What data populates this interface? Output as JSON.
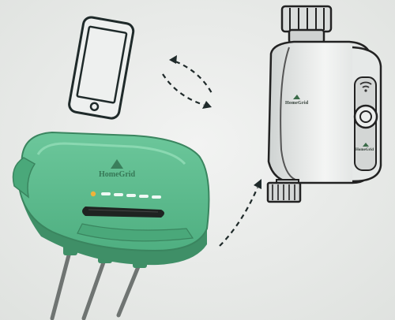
{
  "scene": {
    "background_color": "#e9ebe9",
    "sensor_color": "#5cb98d",
    "sensor_shadow_color": "#3f8f67",
    "line_color": "#1f2a2a",
    "leds": [
      "#f0b23a",
      "#ffffff",
      "#ffffff",
      "#ffffff",
      "#ffffff",
      "#ffffff"
    ]
  },
  "labels": {
    "sensor_brand": "HomeGrid",
    "valve_brand_top": "HomeGrid",
    "valve_brand_side": "HomeGrid"
  },
  "icons": {
    "phone": "smartphone-icon",
    "link_phone_valve": "bidirectional-dashed-arrows-icon",
    "link_sensor_valve": "dashed-arrow-up-icon",
    "wifi": "wifi-icon"
  }
}
